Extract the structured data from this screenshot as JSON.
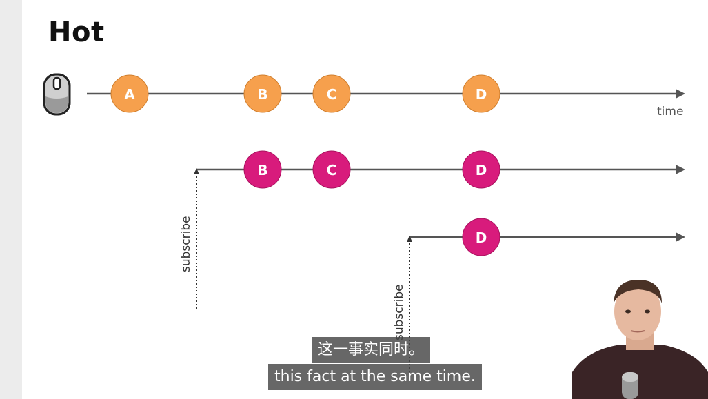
{
  "title": "Hot",
  "icons": {
    "source": "mouse-icon"
  },
  "colors": {
    "source_event": "#f6a04d",
    "subscriber_event": "#d81b7c",
    "timeline": "#555555"
  },
  "timelines": {
    "source": {
      "events": [
        "A",
        "B",
        "C",
        "D"
      ],
      "axis_label": "time"
    },
    "subscriber_1": {
      "events": [
        "B",
        "C",
        "D"
      ],
      "subscribe_label": "subscribe"
    },
    "subscriber_2": {
      "events": [
        "D"
      ],
      "subscribe_label": "subscribe"
    }
  },
  "captions": {
    "chinese": "这一事实同时。",
    "english": "this fact at the same time."
  }
}
